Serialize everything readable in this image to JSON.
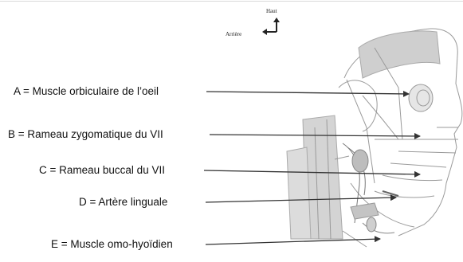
{
  "orientation": {
    "up_label": "Haut",
    "back_label": "Arrière"
  },
  "labels": [
    {
      "text": "A = Muscle orbiculaire de l’oeil"
    },
    {
      "text": "B = Rameau zygomatique du VII"
    },
    {
      "text": "C = Rameau buccal du VII"
    },
    {
      "text": "D = Artère linguale"
    },
    {
      "text": "E = Muscle omo-hyoïdien"
    }
  ],
  "colors": {
    "sketch_line": "#9a9a9a",
    "sketch_fill": "#c9c9c9",
    "arrow": "#333333",
    "text": "#111111"
  }
}
